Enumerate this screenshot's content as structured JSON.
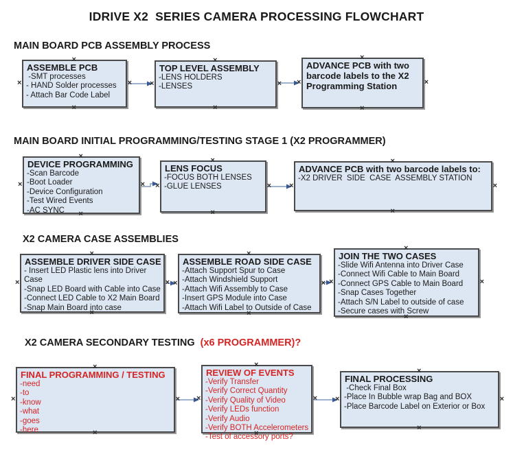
{
  "title": "IDRIVE X2  SERIES CAMERA PROCESSING FLOWCHART",
  "sections": [
    {
      "heading": "MAIN BOARD PCB ASSEMBLY PROCESS",
      "boxes": [
        {
          "title": "ASSEMBLE PCB",
          "items": [
            " -SMT processes",
            "- HAND Solder processes",
            "- Attach Bar Code Label"
          ]
        },
        {
          "title": "TOP LEVEL ASSEMBLY",
          "items": [
            "-LENS HOLDERS",
            "-LENSES"
          ]
        },
        {
          "title": "ADVANCE PCB with two barcode labels to the X2 Programming Station",
          "items": []
        }
      ]
    },
    {
      "heading": "MAIN BOARD INITIAL PROGRAMMING/TESTING STAGE 1 (X2 PROGRAMMER)",
      "boxes": [
        {
          "title": "DEVICE PROGRAMMING",
          "items": [
            "-Scan Barcode",
            "-Boot Loader",
            "-Device Configuration",
            "-Test Wired Events",
            "-AC SYNC"
          ]
        },
        {
          "title": "LENS FOCUS",
          "items": [
            "-FOCUS BOTH LENSES",
            "-GLUE LENSES"
          ]
        },
        {
          "title": "ADVANCE PCB with two barcode labels to:",
          "items": [
            "-X2 DRIVER  SIDE  CASE  ASSEMBLY STATION"
          ]
        }
      ]
    },
    {
      "heading": "X2 CAMERA CASE ASSEMBLIES",
      "boxes": [
        {
          "title": "ASSEMBLE DRIVER SIDE CASE",
          "items": [
            "- Insert LED Plastic lens into Driver Case",
            "-Snap LED Board with Cable into Case",
            "-Connect LED Cable to X2 Main Board",
            "-Snap Main Board into case"
          ]
        },
        {
          "title": "ASSEMBLE ROAD SIDE CASE",
          "items": [
            "-Attach Support Spur to Case",
            "-Attach Windshield Support",
            "-Attach Wifi Assembly to Case",
            "-Insert GPS Module into Case",
            "-Attach Wifi Label to Outside of Case"
          ]
        },
        {
          "title": "JOIN THE TWO CASES",
          "items": [
            "-Slide Wifi Antenna into Driver Case",
            "-Connect Wifi Cable to Main Board",
            "-Connect GPS Cable to Main Board",
            "-Snap Cases Together",
            "-Attach S/N Label to outside of case",
            "-Secure cases with Screw"
          ]
        }
      ]
    },
    {
      "heading": "X2 CAMERA SECONDARY TESTING",
      "heading_red": "(x6 PROGRAMMER)?",
      "boxes": [
        {
          "title": "FINAL PROGRAMMING / TESTING",
          "items": [
            "-need",
            "-to",
            "-know",
            "-what",
            "-goes",
            "-here"
          ]
        },
        {
          "title": "REVIEW OF EVENTS",
          "items": [
            "-Verify Transfer",
            "-Verify Correct Quantity",
            "-Verify Quality of Video",
            "-Verify LEDs function",
            "-Verify Audio",
            "-Verify BOTH Accelerometers",
            "-Test of accessory ports?"
          ]
        },
        {
          "title": "FINAL PROCESSING",
          "items": [
            " -Check Final Box",
            "-Place In Bubble wrap Bag and BOX",
            "-Place Barcode Label on Exterior or Box"
          ]
        }
      ]
    }
  ],
  "colors": {
    "box_fill": "#dde7f3",
    "box_border": "#4a4a4a",
    "box_shadow": "#9a9a9a",
    "arrow_line": "#9fb2cd",
    "arrow_head": "#3a5a96",
    "accent_red": "#d42525"
  }
}
